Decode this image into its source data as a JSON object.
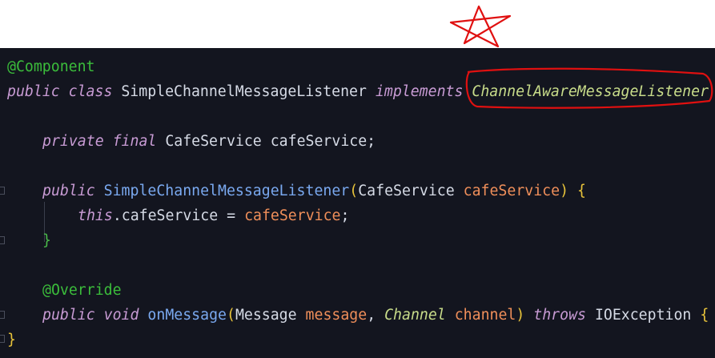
{
  "code": {
    "l1": {
      "annotation": "@Component"
    },
    "l2": {
      "kw1": "public",
      "kw2": "class",
      "name": "SimpleChannelMessageListener",
      "kw3": "implements",
      "iface": "ChannelAwareMessageListener"
    },
    "l3": {
      "kw1": "private",
      "kw2": "final",
      "type": "CafeService",
      "field": "cafeService;"
    },
    "l4": {
      "kw": "public",
      "ctor": "SimpleChannelMessageListener",
      "open": "(",
      "ptype": "CafeService",
      "pname": "cafeService",
      "close": ")",
      "brace": "{"
    },
    "l5": {
      "this": "this",
      "rest": ".cafeService = ",
      "pname": "cafeService",
      "semi": ";"
    },
    "l6": {
      "brace": "}"
    },
    "l7": {
      "annotation": "@Override"
    },
    "l8": {
      "kw1": "public",
      "kw2": "void",
      "fn": "onMessage",
      "open": "(",
      "t1": "Message",
      "p1": "message",
      "comma": ", ",
      "t2": "Channel",
      "p2": "channel",
      "close": ")",
      "kw3": "throws",
      "ex": "IOException",
      "brace": "{"
    },
    "l9": {
      "brace": "}"
    }
  },
  "colors": {
    "background": "#13151f",
    "keyword": "#c89bd4",
    "annotation": "#3bbd3b",
    "interface": "#c8dc8a",
    "function": "#7aa9f0",
    "parameter": "#f08f5a",
    "highlight_marks": "#e01010"
  }
}
